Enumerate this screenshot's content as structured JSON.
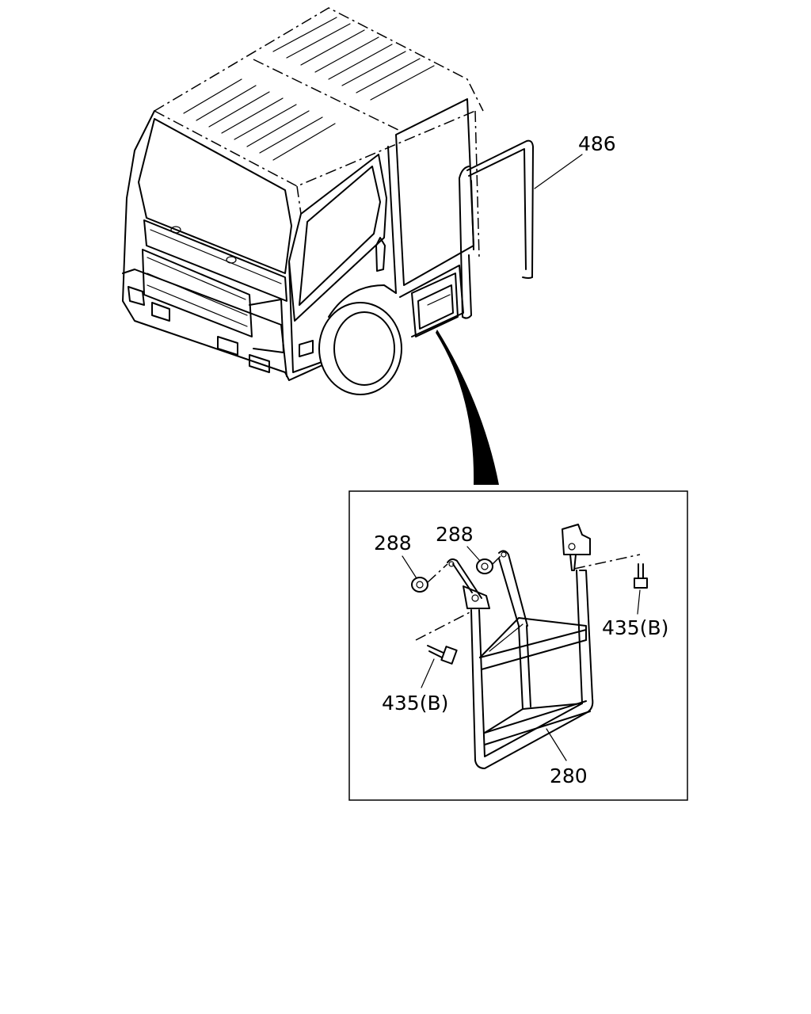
{
  "labels": {
    "weatherstrip": "486",
    "nut_left": "288",
    "nut_right": "288",
    "bolt_right": "435(B)",
    "bolt_left": "435(B)",
    "step": "280"
  }
}
